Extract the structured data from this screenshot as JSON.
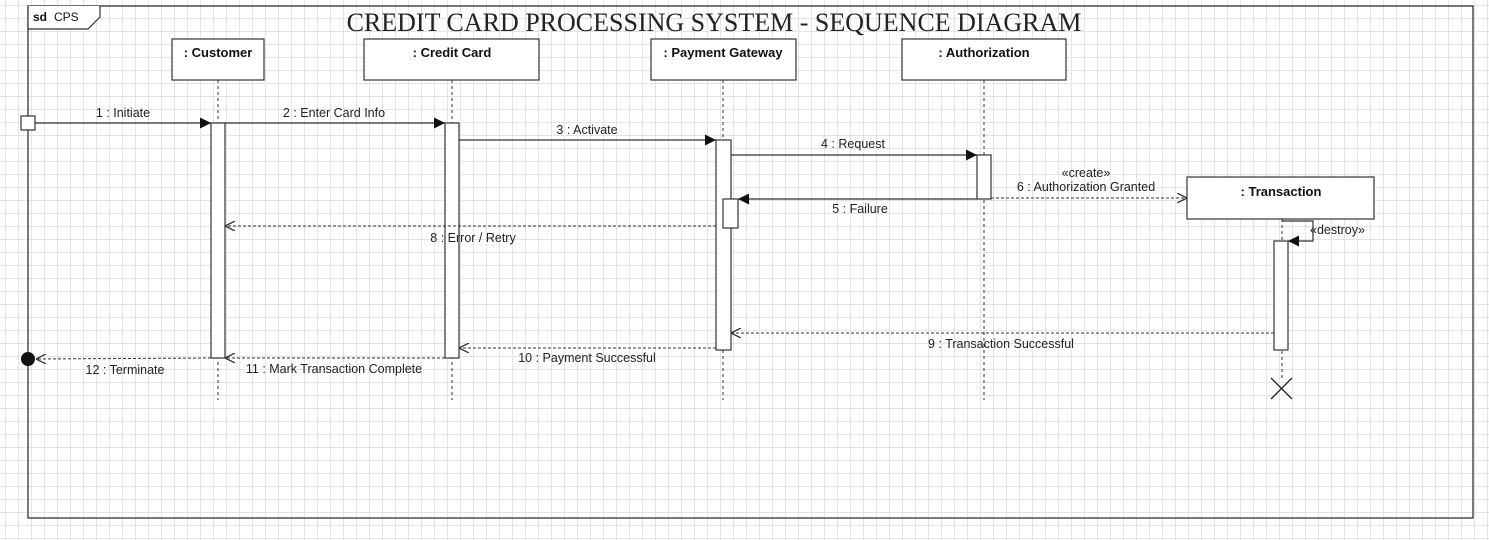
{
  "diagram": {
    "frame_tag": "sd",
    "frame_name": "CPS",
    "title": "CREDIT CARD PROCESSING SYSTEM - SEQUENCE DIAGRAM"
  },
  "lifelines": [
    {
      "id": "customer",
      "label": ": Customer"
    },
    {
      "id": "credit_card",
      "label": ": Credit Card"
    },
    {
      "id": "payment_gateway",
      "label": ": Payment Gateway"
    },
    {
      "id": "authorization",
      "label": ": Authorization"
    },
    {
      "id": "transaction",
      "label": ": Transaction"
    }
  ],
  "messages": [
    {
      "label": "1 : Initiate",
      "from": "found",
      "to": "customer",
      "kind": "sync"
    },
    {
      "label": "2 : Enter Card Info",
      "from": "customer",
      "to": "credit_card",
      "kind": "sync"
    },
    {
      "label": "3 : Activate",
      "from": "credit_card",
      "to": "payment_gateway",
      "kind": "sync"
    },
    {
      "label": "4 : Request",
      "from": "payment_gateway",
      "to": "authorization",
      "kind": "sync"
    },
    {
      "label": "5 : Failure",
      "from": "authorization",
      "to": "payment_gateway",
      "kind": "sync"
    },
    {
      "label": "6 : Authorization Granted",
      "stereotype": "«create»",
      "from": "authorization",
      "to": "transaction",
      "kind": "create"
    },
    {
      "label": "«destroy»",
      "from": "transaction",
      "to": "transaction",
      "kind": "self"
    },
    {
      "label": "8 : Error / Retry",
      "from": "payment_gateway",
      "to": "customer",
      "kind": "return"
    },
    {
      "label": "9 : Transaction Successful",
      "from": "transaction",
      "to": "payment_gateway",
      "kind": "return"
    },
    {
      "label": "10 : Payment Successful",
      "from": "payment_gateway",
      "to": "credit_card",
      "kind": "return"
    },
    {
      "label": "11 : Mark Transaction Complete",
      "from": "credit_card",
      "to": "customer",
      "kind": "return"
    },
    {
      "label": "12 : Terminate",
      "from": "customer",
      "to": "lost",
      "kind": "return"
    }
  ]
}
